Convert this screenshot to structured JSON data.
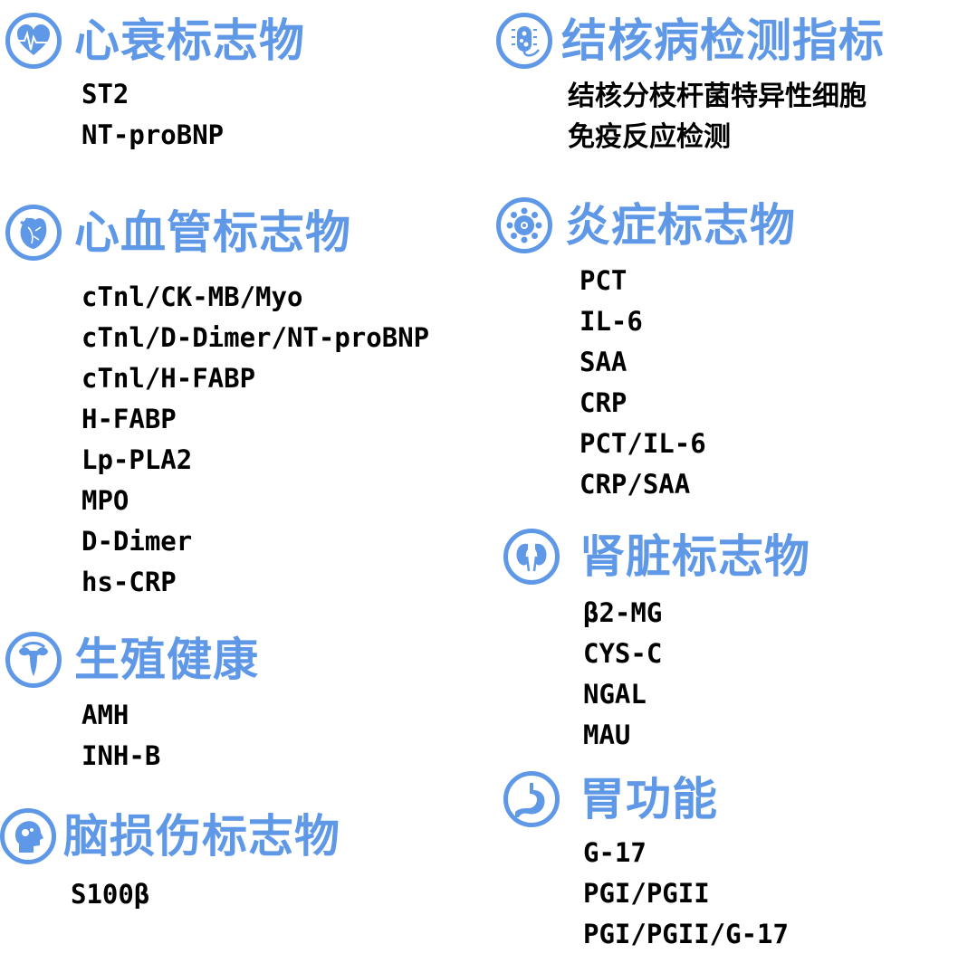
{
  "accent_color": "#5f98e6",
  "sections": {
    "heart_failure": {
      "title": "心衰标志物",
      "icon": "heart-pulse-icon",
      "items": [
        "ST2",
        "NT-proBNP"
      ]
    },
    "cardiovascular": {
      "title": "心血管标志物",
      "icon": "anatomical-heart-icon",
      "items": [
        "cTnl/CK-MB/Myo",
        "cTnl/D-Dimer/NT-proBNP",
        "cTnl/H-FABP",
        "H-FABP",
        "Lp-PLA2",
        "MPO",
        "D-Dimer",
        "hs-CRP"
      ]
    },
    "reproductive": {
      "title": "生殖健康",
      "icon": "uterus-icon",
      "items": [
        "AMH",
        "INH-B"
      ]
    },
    "brain_injury": {
      "title": "脑损伤标志物",
      "icon": "head-brain-icon",
      "items": [
        "S100β"
      ]
    },
    "tuberculosis": {
      "title": "结核病检测指标",
      "icon": "bacterium-icon",
      "items": [
        "结核分枝杆菌特异性细胞",
        "免疫反应检测"
      ]
    },
    "inflammation": {
      "title": "炎症标志物",
      "icon": "virus-icon",
      "items": [
        "PCT",
        "IL-6",
        "SAA",
        "CRP",
        "PCT/IL-6",
        "CRP/SAA"
      ]
    },
    "kidney": {
      "title": "肾脏标志物",
      "icon": "kidneys-icon",
      "items": [
        "β2-MG",
        "CYS-C",
        "NGAL",
        "MAU"
      ]
    },
    "stomach": {
      "title": "胃功能",
      "icon": "stomach-icon",
      "items": [
        "G-17",
        "PGI/PGII",
        "PGI/PGII/G-17"
      ]
    }
  }
}
